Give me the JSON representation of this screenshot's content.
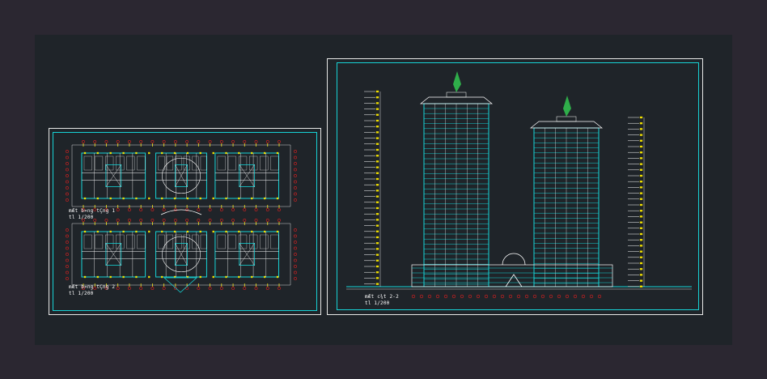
{
  "drawing": {
    "background": "#1f2429",
    "frame_color": "#ffffff",
    "border_color": "#17d3d6",
    "colors": {
      "cyan": "#17d3d6",
      "white": "#ffffff",
      "red": "#e02020",
      "yellow": "#f2e100",
      "green": "#2fae4a"
    }
  },
  "left_sheet": {
    "plan_1": {
      "title": "mÆt b»ng tÇng 1",
      "scale": "tl 1/200"
    },
    "plan_2": {
      "title": "mÆt b»ng tÇng 2",
      "scale": "tl 1/200"
    }
  },
  "right_sheet": {
    "section": {
      "title": "mÆt c¾t 2-2",
      "scale": "tl 1/200"
    }
  }
}
